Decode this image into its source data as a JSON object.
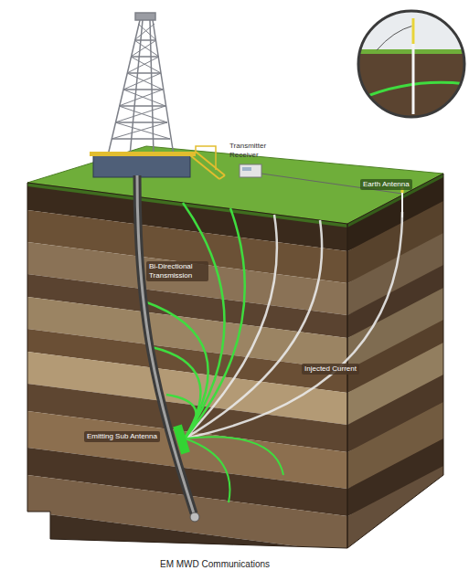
{
  "diagram": {
    "caption": "EM MWD Communications",
    "labels": [
      "Transmitter Receiver",
      "Earth Antenna",
      "Bi-Directional Transmission",
      "Injected Current",
      "Emitting Sub Antenna"
    ]
  }
}
